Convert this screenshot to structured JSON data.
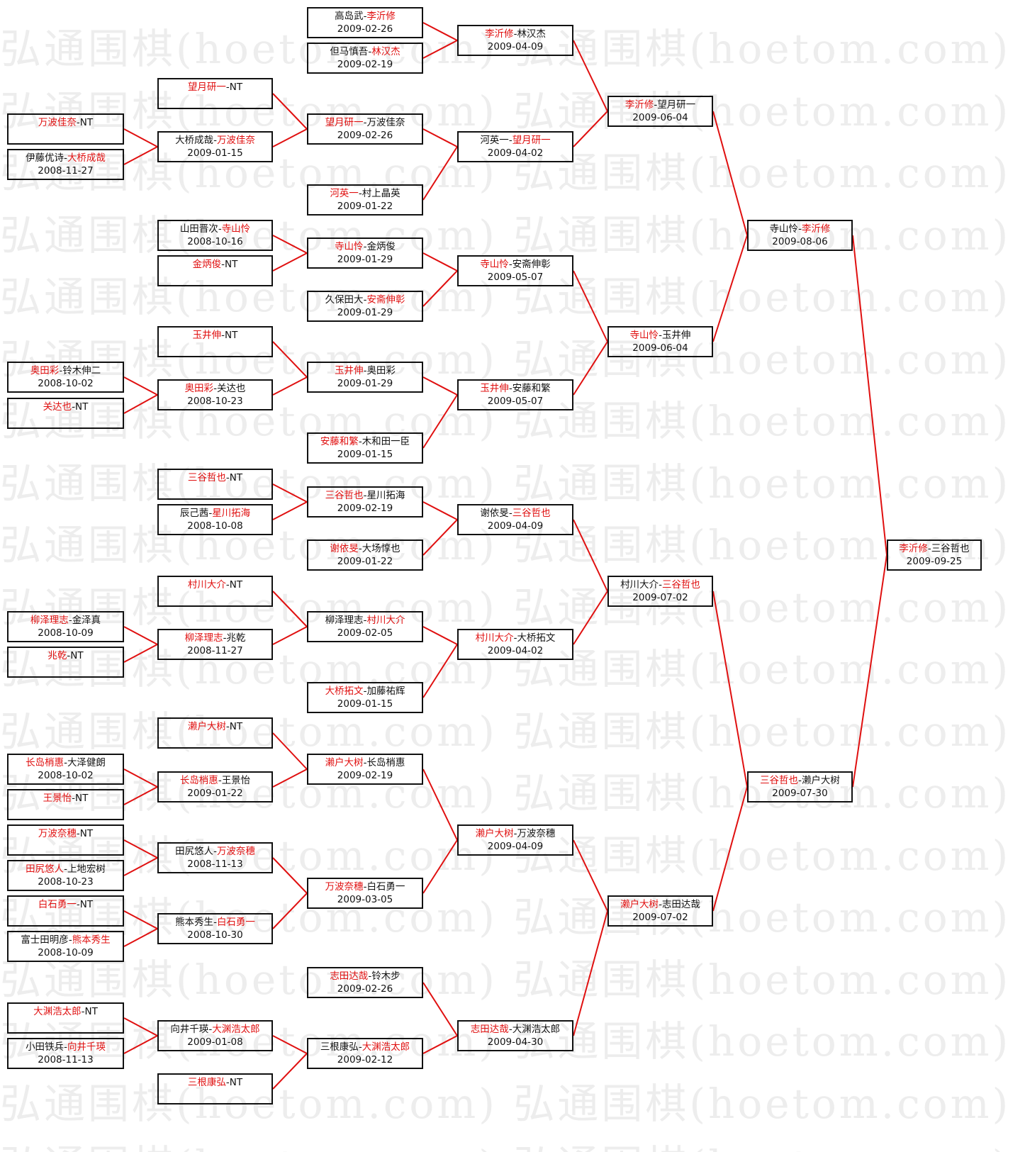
{
  "watermark": "弘通围棋(hoetom.com)",
  "colors": {
    "winner": "#e01010",
    "line": "#e01010",
    "border": "#111111"
  },
  "separator": "-",
  "columns": [
    {
      "round": 1,
      "matches": [
        {
          "p": [
            "万波佳奈",
            "NT"
          ],
          "w": 0,
          "d": ""
        },
        {
          "p": [
            "伊藤优诗",
            "大桥成哉"
          ],
          "w": 1,
          "d": "2008-11-27"
        },
        {
          "p": [
            "奥田彩",
            "铃木伸二"
          ],
          "w": 0,
          "d": "2008-10-02"
        },
        {
          "p": [
            "关达也",
            "NT"
          ],
          "w": 0,
          "d": ""
        },
        {
          "p": [
            "柳泽理志",
            "金泽真"
          ],
          "w": 0,
          "d": "2008-10-09"
        },
        {
          "p": [
            "兆乾",
            "NT"
          ],
          "w": 0,
          "d": ""
        },
        {
          "p": [
            "长岛梢惠",
            "大泽健朗"
          ],
          "w": 0,
          "d": "2008-10-02"
        },
        {
          "p": [
            "王景怡",
            "NT"
          ],
          "w": 0,
          "d": ""
        },
        {
          "p": [
            "万波奈穗",
            "NT"
          ],
          "w": 0,
          "d": ""
        },
        {
          "p": [
            "田尻悠人",
            "上地宏树"
          ],
          "w": 0,
          "d": "2008-10-23"
        },
        {
          "p": [
            "白石勇一",
            "NT"
          ],
          "w": 0,
          "d": ""
        },
        {
          "p": [
            "富士田明彦",
            "熊本秀生"
          ],
          "w": 1,
          "d": "2008-10-09"
        },
        {
          "p": [
            "大渊浩太郎",
            "NT"
          ],
          "w": 0,
          "d": ""
        },
        {
          "p": [
            "小田铁兵",
            "向井千瑛"
          ],
          "w": 1,
          "d": "2008-11-13"
        }
      ]
    },
    {
      "round": 2,
      "matches": [
        {
          "p": [
            "望月研一",
            "NT"
          ],
          "w": 0,
          "d": ""
        },
        {
          "p": [
            "大桥成哉",
            "万波佳奈"
          ],
          "w": 1,
          "d": "2009-01-15"
        },
        {
          "p": [
            "山田晋次",
            "寺山怜"
          ],
          "w": 1,
          "d": "2008-10-16"
        },
        {
          "p": [
            "金炳俊",
            "NT"
          ],
          "w": 0,
          "d": ""
        },
        {
          "p": [
            "玉井伸",
            "NT"
          ],
          "w": 0,
          "d": ""
        },
        {
          "p": [
            "奥田彩",
            "关达也"
          ],
          "w": 0,
          "d": "2008-10-23"
        },
        {
          "p": [
            "三谷哲也",
            "NT"
          ],
          "w": 0,
          "d": ""
        },
        {
          "p": [
            "辰己茜",
            "星川拓海"
          ],
          "w": 1,
          "d": "2008-10-08"
        },
        {
          "p": [
            "村川大介",
            "NT"
          ],
          "w": 0,
          "d": ""
        },
        {
          "p": [
            "柳泽理志",
            "兆乾"
          ],
          "w": 0,
          "d": "2008-11-27"
        },
        {
          "p": [
            "濑户大树",
            "NT"
          ],
          "w": 0,
          "d": ""
        },
        {
          "p": [
            "长岛梢惠",
            "王景怡"
          ],
          "w": 0,
          "d": "2009-01-22"
        },
        {
          "p": [
            "田尻悠人",
            "万波奈穗"
          ],
          "w": 1,
          "d": "2008-11-13"
        },
        {
          "p": [
            "熊本秀生",
            "白石勇一"
          ],
          "w": 1,
          "d": "2008-10-30"
        },
        {
          "p": [
            "向井千瑛",
            "大渊浩太郎"
          ],
          "w": 1,
          "d": "2009-01-08"
        },
        {
          "p": [
            "三根康弘",
            "NT"
          ],
          "w": 0,
          "d": ""
        }
      ]
    },
    {
      "round": 3,
      "matches": [
        {
          "p": [
            "高岛武",
            "李沂修"
          ],
          "w": 1,
          "d": "2009-02-26"
        },
        {
          "p": [
            "但马慎吾",
            "林汉杰"
          ],
          "w": 1,
          "d": "2009-02-19"
        },
        {
          "p": [
            "望月研一",
            "万波佳奈"
          ],
          "w": 0,
          "d": "2009-02-26"
        },
        {
          "p": [
            "河英一",
            "村上晶英"
          ],
          "w": 0,
          "d": "2009-01-22"
        },
        {
          "p": [
            "寺山怜",
            "金炳俊"
          ],
          "w": 0,
          "d": "2009-01-29"
        },
        {
          "p": [
            "久保田大",
            "安斋伸彰"
          ],
          "w": 1,
          "d": "2009-01-29"
        },
        {
          "p": [
            "玉井伸",
            "奥田彩"
          ],
          "w": 0,
          "d": "2009-01-29"
        },
        {
          "p": [
            "安藤和繁",
            "木和田一臣"
          ],
          "w": 0,
          "d": "2009-01-15"
        },
        {
          "p": [
            "三谷哲也",
            "星川拓海"
          ],
          "w": 0,
          "d": "2009-02-19"
        },
        {
          "p": [
            "谢依旻",
            "大场惇也"
          ],
          "w": 0,
          "d": "2009-01-22"
        },
        {
          "p": [
            "柳泽理志",
            "村川大介"
          ],
          "w": 1,
          "d": "2009-02-05"
        },
        {
          "p": [
            "大桥拓文",
            "加藤祐辉"
          ],
          "w": 0,
          "d": "2009-01-15"
        },
        {
          "p": [
            "濑户大树",
            "长岛梢惠"
          ],
          "w": 0,
          "d": "2009-02-19"
        },
        {
          "p": [
            "万波奈穗",
            "白石勇一"
          ],
          "w": 0,
          "d": "2009-03-05"
        },
        {
          "p": [
            "志田达哉",
            "铃木步"
          ],
          "w": 0,
          "d": "2009-02-26"
        },
        {
          "p": [
            "三根康弘",
            "大渊浩太郎"
          ],
          "w": 1,
          "d": "2009-02-12"
        }
      ]
    },
    {
      "round": 4,
      "matches": [
        {
          "p": [
            "李沂修",
            "林汉杰"
          ],
          "w": 0,
          "d": "2009-04-09"
        },
        {
          "p": [
            "河英一",
            "望月研一"
          ],
          "w": 1,
          "d": "2009-04-02"
        },
        {
          "p": [
            "寺山怜",
            "安斋伸彰"
          ],
          "w": 0,
          "d": "2009-05-07"
        },
        {
          "p": [
            "玉井伸",
            "安藤和繁"
          ],
          "w": 0,
          "d": "2009-05-07"
        },
        {
          "p": [
            "谢依旻",
            "三谷哲也"
          ],
          "w": 1,
          "d": "2009-04-09"
        },
        {
          "p": [
            "村川大介",
            "大桥拓文"
          ],
          "w": 0,
          "d": "2009-04-02"
        },
        {
          "p": [
            "濑户大树",
            "万波奈穗"
          ],
          "w": 0,
          "d": "2009-04-09"
        },
        {
          "p": [
            "志田达哉",
            "大渊浩太郎"
          ],
          "w": 0,
          "d": "2009-04-30"
        }
      ]
    },
    {
      "round": 5,
      "matches": [
        {
          "p": [
            "李沂修",
            "望月研一"
          ],
          "w": 0,
          "d": "2009-06-04"
        },
        {
          "p": [
            "寺山怜",
            "玉井伸"
          ],
          "w": 0,
          "d": "2009-06-04"
        },
        {
          "p": [
            "村川大介",
            "三谷哲也"
          ],
          "w": 1,
          "d": "2009-07-02"
        },
        {
          "p": [
            "濑户大树",
            "志田达哉"
          ],
          "w": 0,
          "d": "2009-07-02"
        }
      ]
    },
    {
      "round": 6,
      "matches": [
        {
          "p": [
            "寺山怜",
            "李沂修"
          ],
          "w": 1,
          "d": "2009-08-06"
        },
        {
          "p": [
            "三谷哲也",
            "濑户大树"
          ],
          "w": 0,
          "d": "2009-07-30"
        }
      ]
    },
    {
      "round": 7,
      "matches": [
        {
          "p": [
            "李沂修",
            "三谷哲也"
          ],
          "w": 0,
          "d": "2009-09-25"
        }
      ]
    }
  ]
}
